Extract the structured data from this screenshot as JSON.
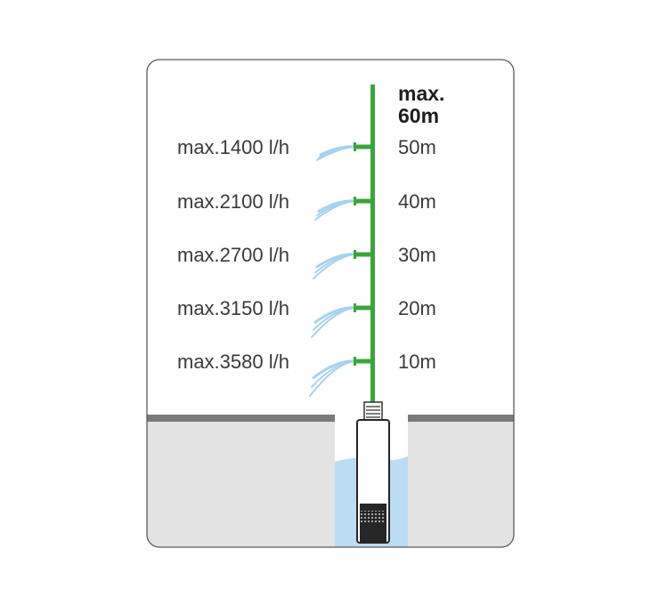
{
  "max_head": {
    "line1": "max.",
    "line2": "60m"
  },
  "outlets": [
    {
      "flow": "max.1400 l/h",
      "height": "50m"
    },
    {
      "flow": "max.2100 l/h",
      "height": "40m"
    },
    {
      "flow": "max.2700 l/h",
      "height": "30m"
    },
    {
      "flow": "max.3150 l/h",
      "height": "20m"
    },
    {
      "flow": "max.3580 l/h",
      "height": "10m"
    }
  ],
  "colors": {
    "pipe": "#3aa63a",
    "water": "#bcdcf4",
    "spray": "#a7d2ef",
    "ground": "#e3e3e3",
    "ground_edge": "#7a7a7a",
    "frame": "#5a5a5a",
    "pump": "#262626"
  }
}
